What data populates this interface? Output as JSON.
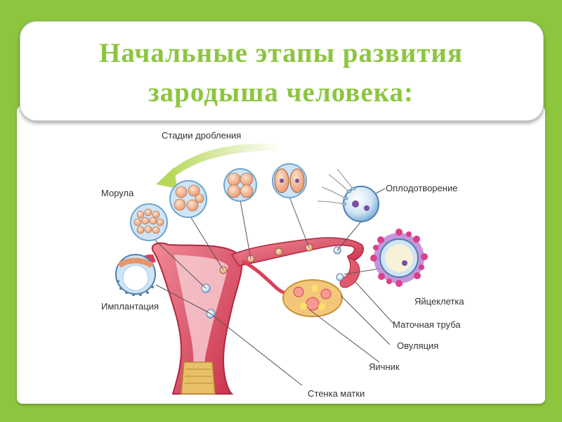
{
  "slide": {
    "title_line1": "Начальные этапы развития",
    "title_line2": "зародыша человека:"
  },
  "labels": {
    "cleavage_stages": "Стадии дробления",
    "morula": "Морула",
    "fertilization": "Оплодотворение",
    "egg": "Яйцеклетка",
    "implantation": "Имплантация",
    "fallopian_tube": "Маточная труба",
    "ovulation": "Овуляция",
    "ovary": "Яичник",
    "uterine_wall": "Стенка матки"
  },
  "colors": {
    "background": "#8cc63f",
    "title": "#8cc63f",
    "arrow": "#c8e07a",
    "tissue": "#d9415a",
    "cell": "#9ec8e8"
  }
}
